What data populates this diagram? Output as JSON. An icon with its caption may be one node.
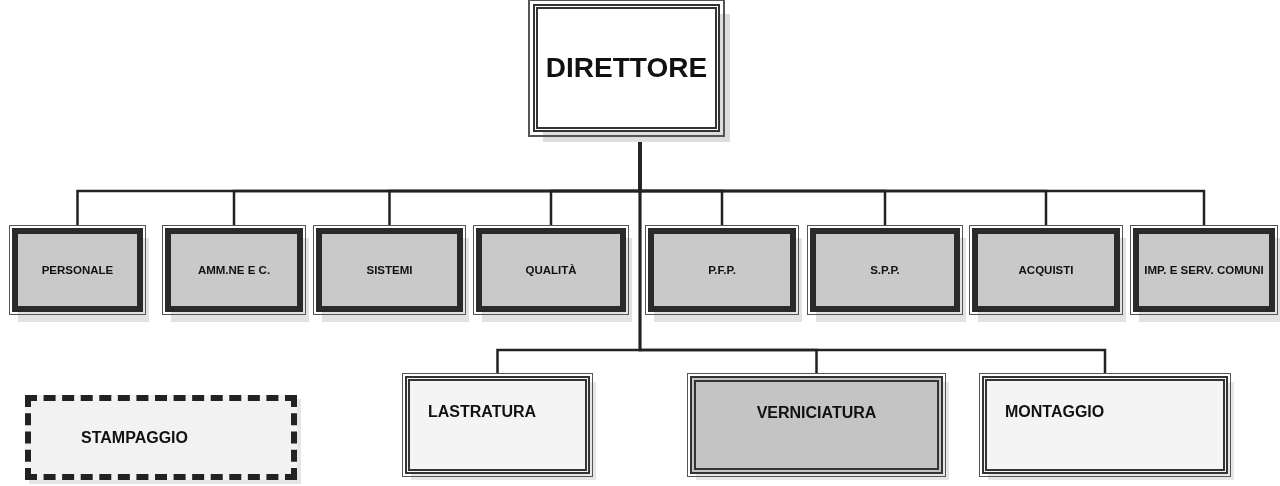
{
  "diagram": {
    "nodes": [
      {
        "text": [
          "DIRETTORE"
        ]
      },
      {
        "text": [
          "PERSONALE"
        ]
      },
      {
        "text": [
          "AMM.NE E C."
        ]
      },
      {
        "text": [
          "SISTEMI"
        ]
      },
      {
        "text": [
          "QUALITÀ"
        ]
      },
      {
        "text": [
          "P.F.P."
        ]
      },
      {
        "text": [
          "S.P.P."
        ]
      },
      {
        "text": [
          "ACQUISTI"
        ]
      },
      {
        "text": [
          "IMP. E SERV. COMUNI"
        ]
      },
      {
        "text": [
          "STAMPAGGIO"
        ]
      },
      {
        "text": [
          "LASTRATURA"
        ]
      },
      {
        "text": [
          "VERNICIATURA"
        ]
      },
      {
        "text": [
          "MONTAGGIO"
        ]
      }
    ],
    "edges": [
      {
        "from": 0,
        "to": 1,
        "arrow": "none"
      },
      {
        "from": 0,
        "to": 2,
        "arrow": "none"
      },
      {
        "from": 0,
        "to": 3,
        "arrow": "none"
      },
      {
        "from": 0,
        "to": 4,
        "arrow": "none"
      },
      {
        "from": 0,
        "to": 5,
        "arrow": "none"
      },
      {
        "from": 0,
        "to": 6,
        "arrow": "none"
      },
      {
        "from": 0,
        "to": 7,
        "arrow": "none"
      },
      {
        "from": 0,
        "to": 8,
        "arrow": "none"
      },
      {
        "from": 0,
        "to": 10,
        "arrow": "none"
      },
      {
        "from": 0,
        "to": 11,
        "arrow": "none"
      },
      {
        "from": 0,
        "to": 12,
        "arrow": "none"
      }
    ]
  }
}
